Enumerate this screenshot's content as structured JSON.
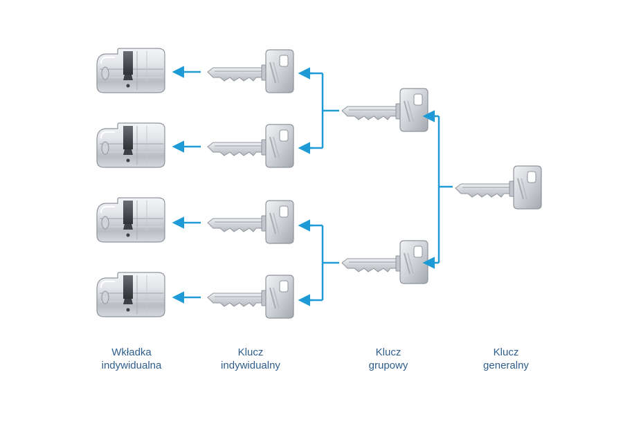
{
  "colors": {
    "arrow": "#1e9ad6",
    "caption_text": "#2e5d8c",
    "metal_light": "#eceef1",
    "metal_mid": "#c3c7cd",
    "metal_dark": "#8e939b",
    "cam_dark": "#3d3f44"
  },
  "captions": {
    "cylinder": {
      "line1": "Wkładka",
      "line2": "indywidualna"
    },
    "individual_key": {
      "line1": "Klucz",
      "line2": "indywidualny"
    },
    "group_key": {
      "line1": "Klucz",
      "line2": "grupowy"
    },
    "master_key": {
      "line1": "Klucz",
      "line2": "generalny"
    }
  },
  "hierarchy": {
    "master_key": "master-key",
    "group_keys": [
      "group-key-1",
      "group-key-2"
    ],
    "individual_keys": [
      "individual-key-1",
      "individual-key-2",
      "individual-key-3",
      "individual-key-4"
    ],
    "cylinders": [
      "cylinder-1",
      "cylinder-2",
      "cylinder-3",
      "cylinder-4"
    ]
  }
}
